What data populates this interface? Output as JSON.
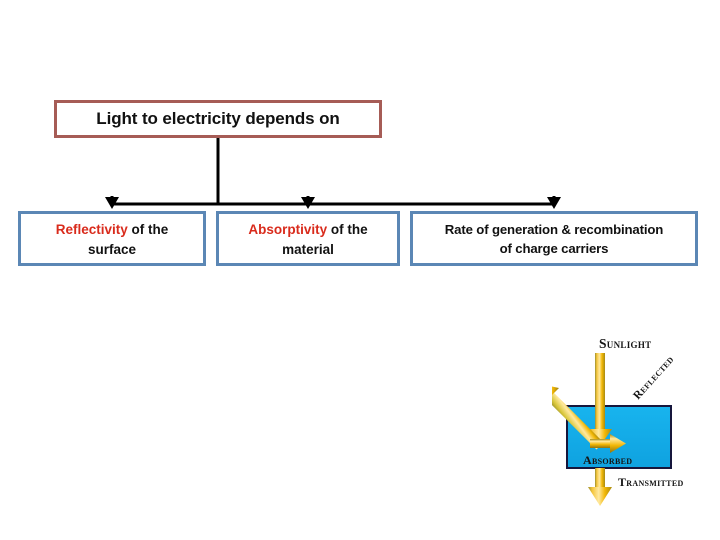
{
  "flowchart": {
    "root": {
      "label": "Light to electricity depends on",
      "border_color": "#A65C56"
    },
    "branch_border_color": "#5B87B5",
    "highlight_color": "#D92B1C",
    "connector_color": "#000000",
    "branches": [
      {
        "name": "reflectivity",
        "highlight": "Reflectivity",
        "rest": " of the",
        "line2": "surface",
        "full_label": "Reflectivity of the surface"
      },
      {
        "name": "absorptivity",
        "highlight": "Absorptivity",
        "rest": " of the",
        "line2": "material",
        "full_label": "Absorptivity of the material"
      },
      {
        "name": "recombination",
        "highlight": "",
        "rest": "Rate of generation & recombination",
        "line2": "of charge carriers",
        "full_label": "Rate of generation & recombination of charge carriers"
      }
    ]
  },
  "illustration": {
    "name": "light-interaction-diagram",
    "slab_color": "#13ABE8",
    "slab_border_color": "#1A1A3A",
    "arrow_color": "#F2B705",
    "arrow_highlight_color": "#FFE680",
    "arrow_shadow_color": "#8C8A30",
    "labels": {
      "sunlight": "Sunlight",
      "reflected": "Reflected",
      "absorbed": "Absorbed",
      "transmitted": "Transmitted"
    }
  }
}
